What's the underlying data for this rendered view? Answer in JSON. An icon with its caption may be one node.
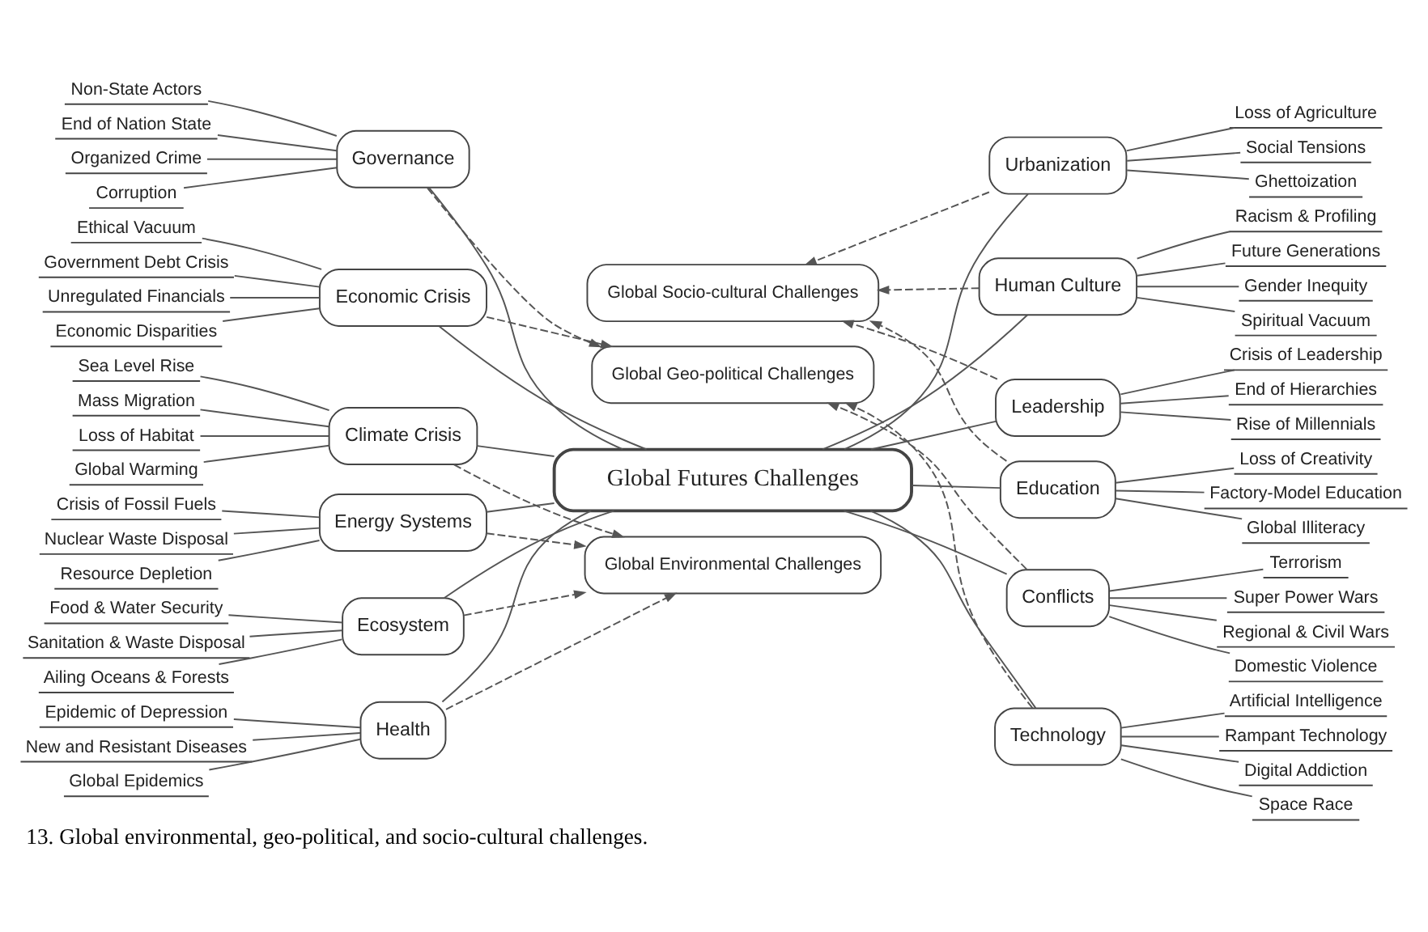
{
  "diagram": {
    "caption": "13. Global environmental, geo-political, and socio-cultural challenges.",
    "nodes": [
      {
        "text": [
          "Global Geo-political Challenges"
        ]
      },
      {
        "text": [
          "Global Futures Challenges"
        ]
      },
      {
        "text": [
          "Global Environmental Challenges"
        ]
      },
      {
        "text": [
          "Global Socio-cultural Challenges"
        ]
      },
      {
        "text": [
          "Governance"
        ]
      },
      {
        "text": [
          "Economic Crisis"
        ]
      },
      {
        "text": [
          "Health"
        ]
      },
      {
        "text": [
          "Climate Crisis"
        ]
      },
      {
        "text": [
          "Energy Systems"
        ]
      },
      {
        "text": [
          "Ecosystem"
        ]
      },
      {
        "text": [
          "Conflicts"
        ]
      },
      {
        "text": [
          "Technology"
        ]
      },
      {
        "text": [
          "Urbanization"
        ]
      },
      {
        "text": [
          "Human Culture"
        ]
      },
      {
        "text": [
          "Leadership"
        ]
      },
      {
        "text": [
          "Education"
        ]
      },
      {
        "text": [
          "Non-State Actors"
        ]
      },
      {
        "text": [
          "End of Nation State"
        ]
      },
      {
        "text": [
          "Organized Crime"
        ]
      },
      {
        "text": [
          "Corruption"
        ]
      },
      {
        "text": [
          "Ethical Vacuum"
        ]
      },
      {
        "text": [
          "Government Debt Crisis"
        ]
      },
      {
        "text": [
          "Unregulated Financials"
        ]
      },
      {
        "text": [
          "Economic Disparities"
        ]
      },
      {
        "text": [
          "Epidemic of Depression"
        ]
      },
      {
        "text": [
          "New and Resistant Diseases"
        ]
      },
      {
        "text": [
          "Global Epidemics"
        ]
      },
      {
        "text": [
          "Sea Level Rise"
        ]
      },
      {
        "text": [
          "Mass Migration"
        ]
      },
      {
        "text": [
          "Loss of Habitat"
        ]
      },
      {
        "text": [
          "Global Warming"
        ]
      },
      {
        "text": [
          "Crisis of Fossil Fuels"
        ]
      },
      {
        "text": [
          "Nuclear Waste Disposal"
        ]
      },
      {
        "text": [
          "Resource Depletion"
        ]
      },
      {
        "text": [
          "Food & Water Security"
        ]
      },
      {
        "text": [
          "Sanitation & Waste Disposal"
        ]
      },
      {
        "text": [
          "Ailing Oceans & Forests"
        ]
      },
      {
        "text": [
          "Terrorism"
        ]
      },
      {
        "text": [
          "Super Power Wars"
        ]
      },
      {
        "text": [
          "Regional & Civil Wars"
        ]
      },
      {
        "text": [
          "Domestic Violence"
        ]
      },
      {
        "text": [
          "Artificial Intelligence"
        ]
      },
      {
        "text": [
          "Rampant Technology"
        ]
      },
      {
        "text": [
          "Digital Addiction"
        ]
      },
      {
        "text": [
          "Space Race"
        ]
      },
      {
        "text": [
          "Loss of Agriculture"
        ]
      },
      {
        "text": [
          "Social Tensions"
        ]
      },
      {
        "text": [
          "Ghettoization"
        ]
      },
      {
        "text": [
          "Racism & Profiling"
        ]
      },
      {
        "text": [
          "Future Generations"
        ]
      },
      {
        "text": [
          "Gender Inequity"
        ]
      },
      {
        "text": [
          "Spiritual Vacuum"
        ]
      },
      {
        "text": [
          "Crisis of Leadership"
        ]
      },
      {
        "text": [
          "End of Hierarchies"
        ]
      },
      {
        "text": [
          "Rise of Millennials"
        ]
      },
      {
        "text": [
          "Loss of Creativity"
        ]
      },
      {
        "text": [
          "Factory-Model Education"
        ]
      },
      {
        "text": [
          "Global Illiteracy"
        ]
      }
    ],
    "edges": [
      {
        "from": 4,
        "to": 1,
        "arrow": "none"
      },
      {
        "from": 5,
        "to": 1,
        "arrow": "none"
      },
      {
        "from": 6,
        "to": 1,
        "arrow": "none"
      },
      {
        "from": 7,
        "to": 1,
        "arrow": "none"
      },
      {
        "from": 8,
        "to": 1,
        "arrow": "none"
      },
      {
        "from": 9,
        "to": 1,
        "arrow": "none"
      },
      {
        "from": 1,
        "to": 10,
        "arrow": "none"
      },
      {
        "from": 1,
        "to": 11,
        "arrow": "none"
      },
      {
        "from": 1,
        "to": 12,
        "arrow": "none"
      },
      {
        "from": 1,
        "to": 13,
        "arrow": "none"
      },
      {
        "from": 1,
        "to": 14,
        "arrow": "none"
      },
      {
        "from": 1,
        "to": 15,
        "arrow": "none"
      },
      {
        "from": 4,
        "to": 0,
        "arrow": "to",
        "style": "dashed"
      },
      {
        "from": 5,
        "to": 0,
        "arrow": "to",
        "style": "dashed"
      },
      {
        "from": 10,
        "to": 0,
        "arrow": "to",
        "style": "dashed"
      },
      {
        "from": 11,
        "to": 0,
        "arrow": "to",
        "style": "dashed"
      },
      {
        "from": 6,
        "to": 2,
        "arrow": "to",
        "style": "dashed"
      },
      {
        "from": 7,
        "to": 2,
        "arrow": "to",
        "style": "dashed"
      },
      {
        "from": 8,
        "to": 2,
        "arrow": "to",
        "style": "dashed"
      },
      {
        "from": 9,
        "to": 2,
        "arrow": "to",
        "style": "dashed"
      },
      {
        "from": 12,
        "to": 3,
        "arrow": "to",
        "style": "dashed"
      },
      {
        "from": 13,
        "to": 3,
        "arrow": "to",
        "style": "dashed"
      },
      {
        "from": 14,
        "to": 3,
        "arrow": "to",
        "style": "dashed"
      },
      {
        "from": 15,
        "to": 3,
        "arrow": "to",
        "style": "dashed"
      },
      {
        "from": 16,
        "to": 4,
        "arrow": "none"
      },
      {
        "from": 17,
        "to": 4,
        "arrow": "none"
      },
      {
        "from": 18,
        "to": 4,
        "arrow": "none"
      },
      {
        "from": 19,
        "to": 4,
        "arrow": "none"
      },
      {
        "from": 20,
        "to": 5,
        "arrow": "none"
      },
      {
        "from": 21,
        "to": 5,
        "arrow": "none"
      },
      {
        "from": 22,
        "to": 5,
        "arrow": "none"
      },
      {
        "from": 23,
        "to": 5,
        "arrow": "none"
      },
      {
        "from": 24,
        "to": 6,
        "arrow": "none"
      },
      {
        "from": 25,
        "to": 6,
        "arrow": "none"
      },
      {
        "from": 26,
        "to": 6,
        "arrow": "none"
      },
      {
        "from": 27,
        "to": 7,
        "arrow": "none"
      },
      {
        "from": 28,
        "to": 7,
        "arrow": "none"
      },
      {
        "from": 29,
        "to": 7,
        "arrow": "none"
      },
      {
        "from": 30,
        "to": 7,
        "arrow": "none"
      },
      {
        "from": 31,
        "to": 8,
        "arrow": "none"
      },
      {
        "from": 32,
        "to": 8,
        "arrow": "none"
      },
      {
        "from": 33,
        "to": 8,
        "arrow": "none"
      },
      {
        "from": 34,
        "to": 9,
        "arrow": "none"
      },
      {
        "from": 35,
        "to": 9,
        "arrow": "none"
      },
      {
        "from": 36,
        "to": 9,
        "arrow": "none"
      },
      {
        "from": 10,
        "to": 37,
        "arrow": "none"
      },
      {
        "from": 10,
        "to": 38,
        "arrow": "none"
      },
      {
        "from": 10,
        "to": 39,
        "arrow": "none"
      },
      {
        "from": 10,
        "to": 40,
        "arrow": "none"
      },
      {
        "from": 11,
        "to": 41,
        "arrow": "none"
      },
      {
        "from": 11,
        "to": 42,
        "arrow": "none"
      },
      {
        "from": 11,
        "to": 43,
        "arrow": "none"
      },
      {
        "from": 11,
        "to": 44,
        "arrow": "none"
      },
      {
        "from": 12,
        "to": 45,
        "arrow": "none"
      },
      {
        "from": 12,
        "to": 46,
        "arrow": "none"
      },
      {
        "from": 12,
        "to": 47,
        "arrow": "none"
      },
      {
        "from": 13,
        "to": 48,
        "arrow": "none"
      },
      {
        "from": 13,
        "to": 49,
        "arrow": "none"
      },
      {
        "from": 13,
        "to": 50,
        "arrow": "none"
      },
      {
        "from": 13,
        "to": 51,
        "arrow": "none"
      },
      {
        "from": 14,
        "to": 52,
        "arrow": "none"
      },
      {
        "from": 14,
        "to": 53,
        "arrow": "none"
      },
      {
        "from": 14,
        "to": 54,
        "arrow": "none"
      },
      {
        "from": 15,
        "to": 55,
        "arrow": "none"
      },
      {
        "from": 15,
        "to": 56,
        "arrow": "none"
      },
      {
        "from": 15,
        "to": 57,
        "arrow": "none"
      }
    ]
  }
}
